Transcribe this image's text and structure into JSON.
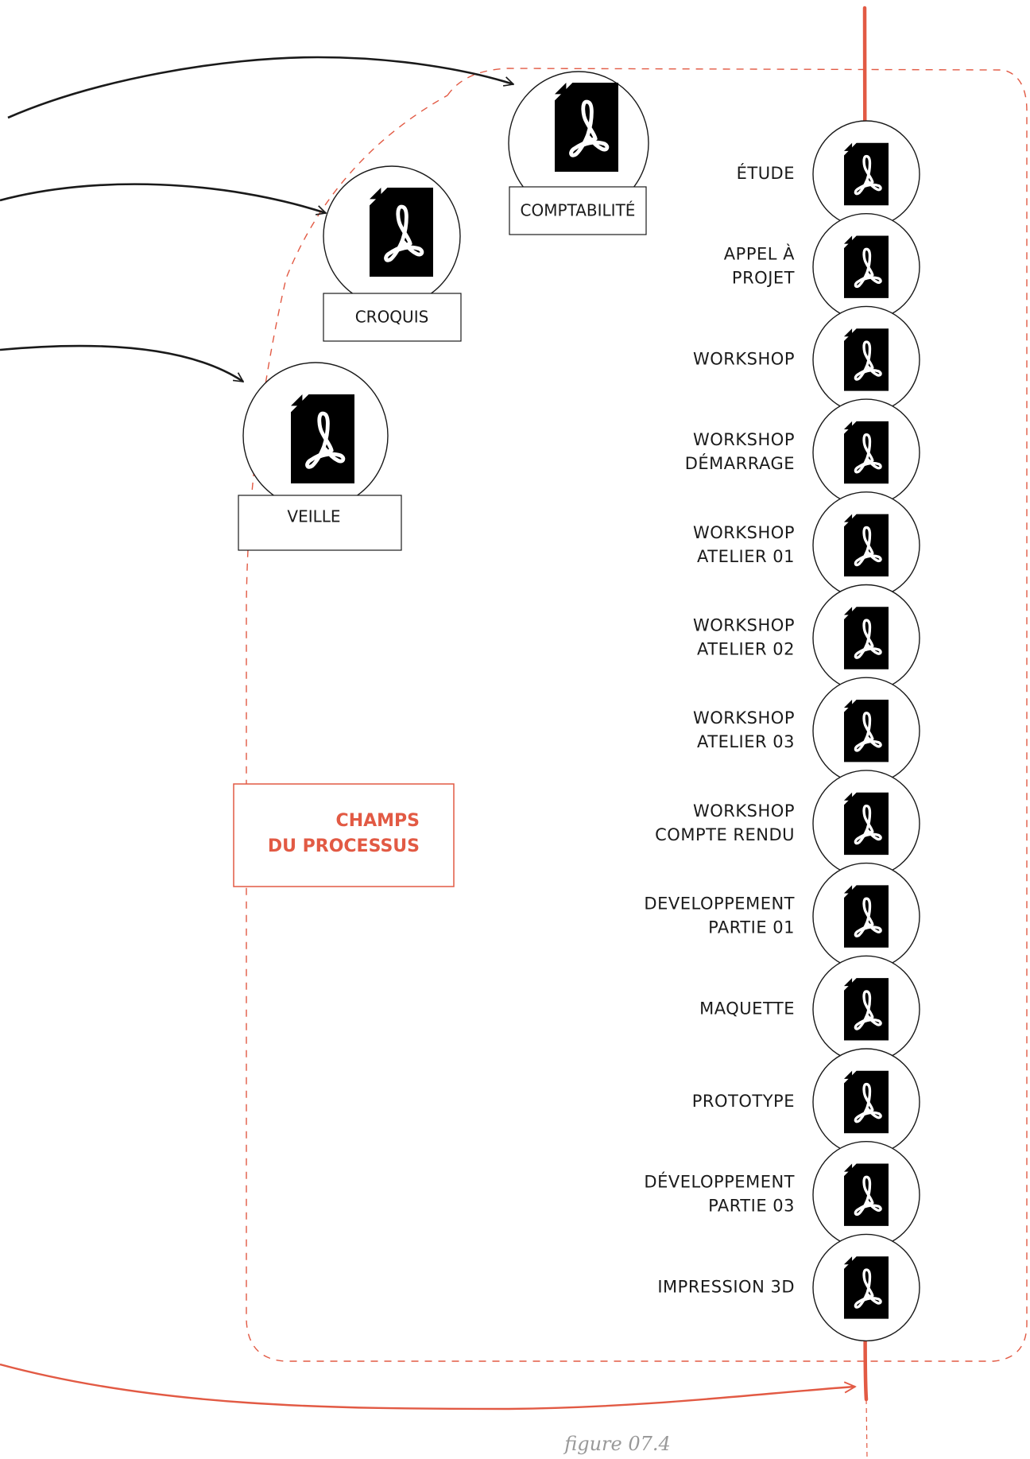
{
  "colors": {
    "accent": "#e25a44",
    "ink": "#1a1a1a",
    "caption": "#999999"
  },
  "sources": [
    {
      "label": "COMPTABILITÉ",
      "icon": "pdf-file-icon"
    },
    {
      "label": "CROQUIS",
      "icon": "pdf-file-icon"
    },
    {
      "label": "VEILLE",
      "icon": "pdf-file-icon"
    }
  ],
  "field": {
    "line1": "CHAMPS",
    "line2": "DU PROCESSUS"
  },
  "timeline": [
    {
      "lines": [
        "ÉTUDE"
      ]
    },
    {
      "lines": [
        "APPEL À",
        "PROJET"
      ]
    },
    {
      "lines": [
        "WORKSHOP"
      ]
    },
    {
      "lines": [
        "WORKSHOP",
        "DÉMARRAGE"
      ]
    },
    {
      "lines": [
        "WORKSHOP",
        "ATELIER 01"
      ]
    },
    {
      "lines": [
        "WORKSHOP",
        "ATELIER 02"
      ]
    },
    {
      "lines": [
        "WORKSHOP",
        "ATELIER 03"
      ]
    },
    {
      "lines": [
        "WORKSHOP",
        "COMPTE RENDU"
      ]
    },
    {
      "lines": [
        "DEVELOPPEMENT",
        "PARTIE 01"
      ]
    },
    {
      "lines": [
        "MAQUETTE"
      ]
    },
    {
      "lines": [
        "PROTOTYPE"
      ]
    },
    {
      "lines": [
        "DÉVELOPPEMENT",
        "PARTIE 03"
      ]
    },
    {
      "lines": [
        "IMPRESSION 3D"
      ]
    }
  ],
  "caption": "figure 07.4"
}
